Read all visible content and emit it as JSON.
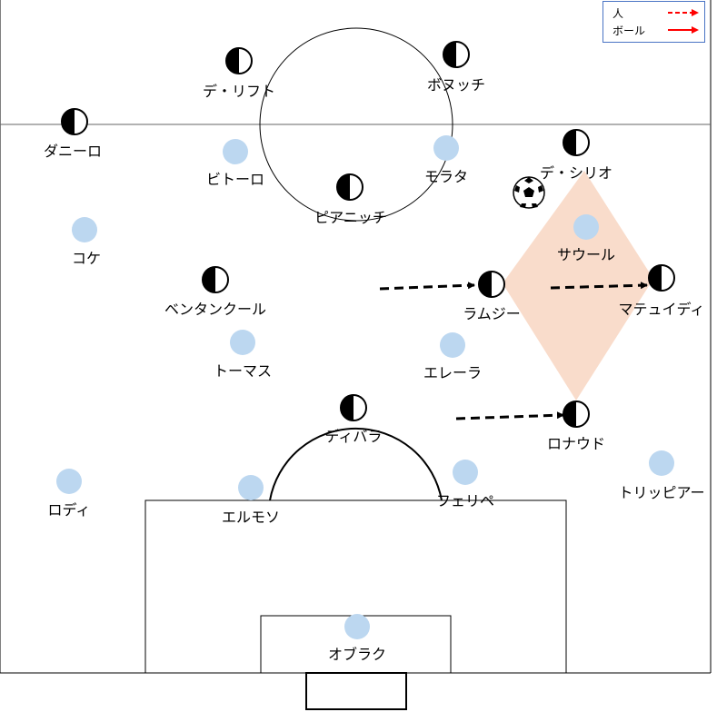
{
  "legend": {
    "person_label": "人",
    "ball_label": "ボール",
    "person_color": "#ff0000",
    "ball_color": "#ff0000"
  },
  "colors": {
    "opponent_fill": "#bcd7f0",
    "highlight_fill": "#f9dccb",
    "line": "#000000"
  },
  "players_half": [
    {
      "id": "de-ligt",
      "name": "デ・リフト"
    },
    {
      "id": "bonucci",
      "name": "ボヌッチ"
    },
    {
      "id": "danilo",
      "name": "ダニーロ"
    },
    {
      "id": "de-sciglio",
      "name": "デ・シリオ"
    },
    {
      "id": "pjanic",
      "name": "ピアニッチ"
    },
    {
      "id": "bentancur",
      "name": "ベンタンクール"
    },
    {
      "id": "ramsey",
      "name": "ラムジー"
    },
    {
      "id": "matuidi",
      "name": "マテュイディ"
    },
    {
      "id": "dybala",
      "name": "ディバラ"
    },
    {
      "id": "ronaldo",
      "name": "ロナウド"
    }
  ],
  "players_solid": [
    {
      "id": "vitolo",
      "name": "ビトーロ"
    },
    {
      "id": "morata",
      "name": "モラタ"
    },
    {
      "id": "koke",
      "name": "コケ"
    },
    {
      "id": "saul",
      "name": "サウール"
    },
    {
      "id": "thomas",
      "name": "トーマス"
    },
    {
      "id": "herrera",
      "name": "エレーラ"
    },
    {
      "id": "lodi",
      "name": "ロディ"
    },
    {
      "id": "hermoso",
      "name": "エルモソ"
    },
    {
      "id": "felipe",
      "name": "フェリペ"
    },
    {
      "id": "trippier",
      "name": "トリッピアー"
    },
    {
      "id": "oblak",
      "name": "オブラク"
    }
  ]
}
